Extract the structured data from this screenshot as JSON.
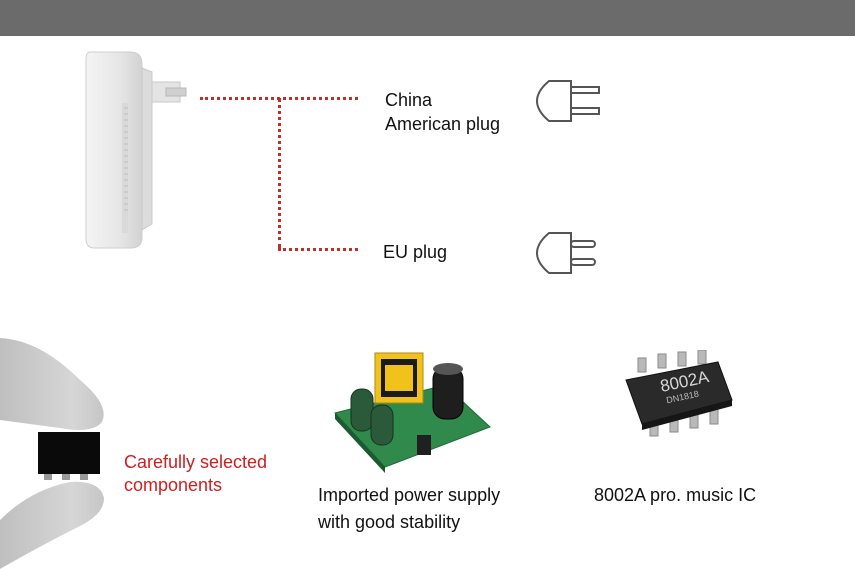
{
  "header": {
    "bar_color": "#6b6b6b"
  },
  "plugs": {
    "china_american_line1": "China",
    "china_american_line2": "American plug",
    "eu": "EU plug"
  },
  "components": {
    "selected_line1": "Carefully selected",
    "selected_line2": "components",
    "power_line1": "Imported power supply",
    "power_line2": "with good stability",
    "ic_label": "8002A pro. music IC",
    "chip_marking_1": "8002A",
    "chip_marking_2": "DN1818"
  },
  "colors": {
    "accent_red": "#cc1f1f",
    "connector_red": "#c0302a"
  }
}
